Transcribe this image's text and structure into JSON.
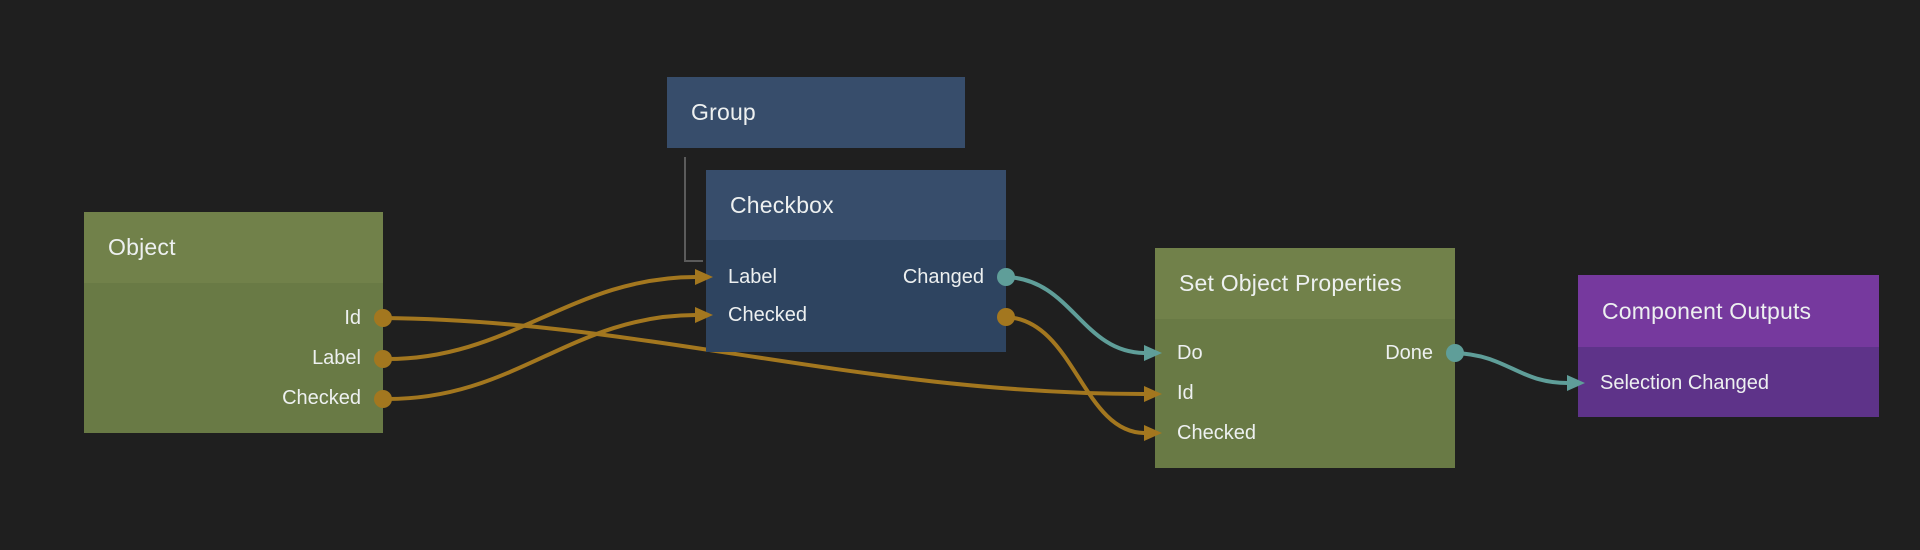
{
  "canvas": {
    "background_color": "#1f1f1f",
    "wire_data_color": "#a3771f",
    "wire_signal_color": "#5f9e99",
    "hierarchy_line_color": "#5b5b5b"
  },
  "nodes": [
    {
      "id": "object",
      "title": "Object",
      "theme_header_color": "#71814a",
      "theme_body_color": "#697a45",
      "inputs": [],
      "outputs": [
        {
          "label": "Id",
          "type": "data"
        },
        {
          "label": "Label",
          "type": "data"
        },
        {
          "label": "Checked",
          "type": "data"
        }
      ]
    },
    {
      "id": "group",
      "title": "Group",
      "theme_header_color": "#374d6b",
      "inputs": [],
      "outputs": []
    },
    {
      "id": "checkbox",
      "title": "Checkbox",
      "theme_header_color": "#374d6b",
      "theme_body_color": "#2e4460",
      "inputs": [
        {
          "label": "Label",
          "type": "data"
        },
        {
          "label": "Checked",
          "type": "data"
        }
      ],
      "outputs": [
        {
          "label": "Changed",
          "type": "signal"
        },
        {
          "label": "",
          "type": "data"
        }
      ]
    },
    {
      "id": "set-object-properties",
      "title": "Set Object Properties",
      "theme_header_color": "#71814a",
      "theme_body_color": "#697a45",
      "inputs": [
        {
          "label": "Do",
          "type": "signal"
        },
        {
          "label": "Id",
          "type": "data"
        },
        {
          "label": "Checked",
          "type": "data"
        }
      ],
      "outputs": [
        {
          "label": "Done",
          "type": "signal"
        }
      ]
    },
    {
      "id": "component-outputs",
      "title": "Component Outputs",
      "theme_header_color": "#76399e",
      "theme_body_color": "#5e3389",
      "inputs": [
        {
          "label": "Selection Changed",
          "type": "signal"
        }
      ],
      "outputs": []
    }
  ],
  "connections": [
    {
      "from": "object.Id",
      "to": "set-object-properties.Id",
      "type": "data"
    },
    {
      "from": "object.Label",
      "to": "checkbox.Label",
      "type": "data"
    },
    {
      "from": "object.Checked",
      "to": "checkbox.Checked",
      "type": "data"
    },
    {
      "from": "checkbox.Changed",
      "to": "set-object-properties.Do",
      "type": "signal"
    },
    {
      "from": "checkbox.Checked",
      "to": "set-object-properties.Checked",
      "type": "data"
    },
    {
      "from": "set-object-properties.Done",
      "to": "component-outputs.Selection Changed",
      "type": "signal"
    }
  ],
  "hierarchy": [
    {
      "parent": "group",
      "child": "checkbox"
    }
  ]
}
